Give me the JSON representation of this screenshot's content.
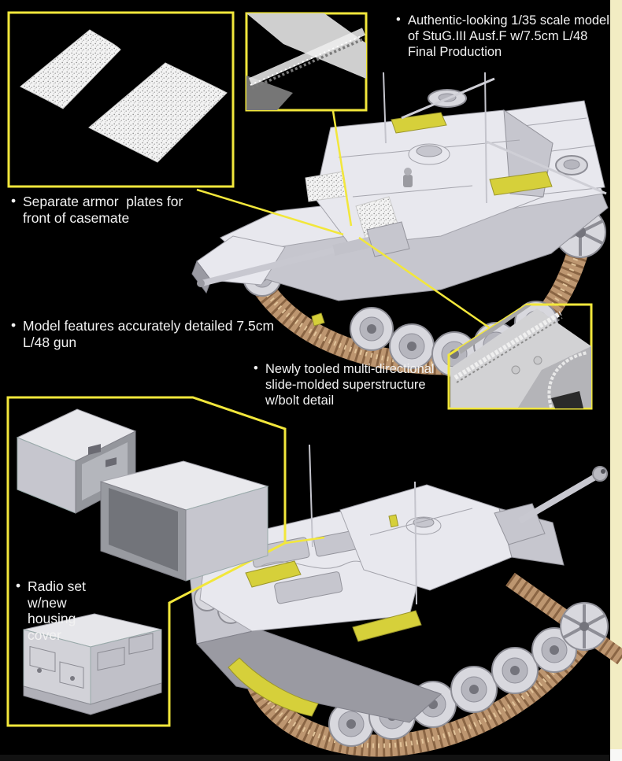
{
  "page": {
    "background_color": "#000000",
    "edge_strip_color": "#f2edc3",
    "bottom_corner_color": "#f8f8f6",
    "accent_yellow": "#f2e73b",
    "highlight_yellow": "#d6d03a",
    "track_tan": "#bd9670",
    "hull_light": "#e8e8ee",
    "hull_mid": "#c6c6ce",
    "hull_dark": "#9a9aa2",
    "text_color": "#f2f2f2"
  },
  "callouts": {
    "scale_model": {
      "bullet": "•",
      "lines": [
        "Authentic-looking 1/35 scale model",
        "of StuG.III Ausf.F w/7.5cm L/48",
        "Final Production"
      ]
    },
    "armor_plates": {
      "bullet": "•",
      "lines": [
        "Separate armor  plates for",
        "front of casemate"
      ]
    },
    "gun": {
      "bullet": "•",
      "lines": [
        "Model features accurately detailed 7.5cm",
        "L/48 gun"
      ]
    },
    "superstructure": {
      "bullet": "•",
      "lines": [
        "Newly tooled multi-directional",
        "slide-molded superstructure",
        "w/bolt detail"
      ]
    },
    "radio": {
      "bullet": "•",
      "lines": [
        "Radio set",
        "w/new",
        "housing",
        "cover"
      ]
    }
  },
  "figures": {
    "armor_plates_inset": "armor-plate-parts-photo",
    "muzzle_inset": "gun-muzzle-closeup-photo",
    "bolt_inset": "superstructure-weld-bolt-closeup-photo",
    "radio_inset": "radio-set-housing-parts-render",
    "top_tank": "stug-iii-front-left-render",
    "bottom_tank": "stug-iii-rear-left-render"
  }
}
